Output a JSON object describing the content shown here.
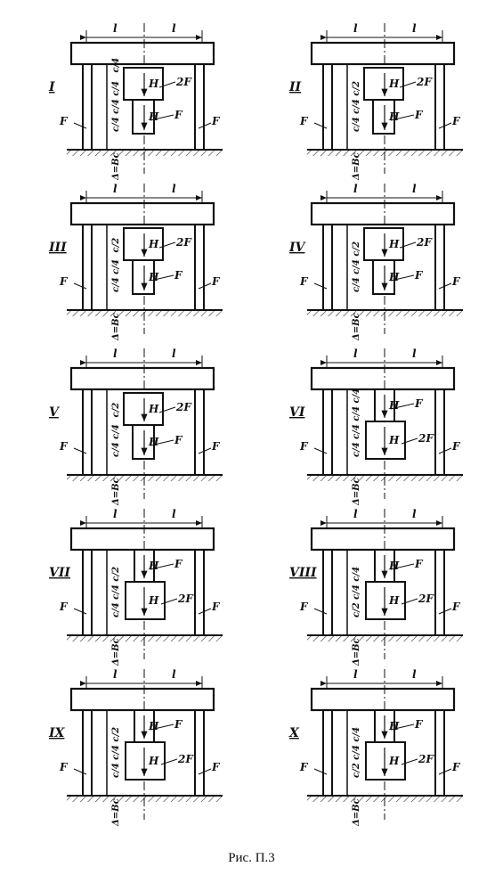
{
  "caption": "Рис. П.3",
  "labels": {
    "length": "l",
    "force_single": "F",
    "force_double": "2F",
    "height": "H",
    "gap": "Δ=Bc"
  },
  "panels": [
    {
      "roman": "I",
      "side_force": "F",
      "heavy_pos": "top",
      "vertical_labels": [
        "c/4 c/4 c/4",
        "c/4"
      ]
    },
    {
      "roman": "II",
      "side_force": "F",
      "heavy_pos": "top",
      "vertical_labels": [
        "c/4 c/4 c/2"
      ]
    },
    {
      "roman": "III",
      "side_force": "F",
      "heavy_pos": "top",
      "vertical_labels": [
        "c/4 c/4",
        "c/2"
      ]
    },
    {
      "roman": "IV",
      "side_force": "F",
      "heavy_pos": "top",
      "vertical_labels": [
        "c/4 c/4 c/2"
      ]
    },
    {
      "roman": "V",
      "side_force": "F",
      "heavy_pos": "top",
      "vertical_labels": [
        "c/4 c/4",
        "c/2"
      ]
    },
    {
      "roman": "VI",
      "side_force": "F",
      "heavy_pos": "bottom",
      "vertical_labels": [
        "c/4 c/4 c/4 c/4"
      ]
    },
    {
      "roman": "VII",
      "side_force": "F",
      "heavy_pos": "bottom",
      "vertical_labels": [
        "c/4 c/4 c/2"
      ]
    },
    {
      "roman": "VIII",
      "side_force": "F",
      "heavy_pos": "bottom",
      "vertical_labels": [
        "c/2 c/4 c/4"
      ]
    },
    {
      "roman": "IX",
      "side_force": "F",
      "heavy_pos": "bottom",
      "vertical_labels": [
        "c/4 c/4 c/2"
      ]
    },
    {
      "roman": "X",
      "side_force": "F",
      "heavy_pos": "bottom",
      "vertical_labels": [
        "c/2 c/4 c/4"
      ]
    }
  ]
}
